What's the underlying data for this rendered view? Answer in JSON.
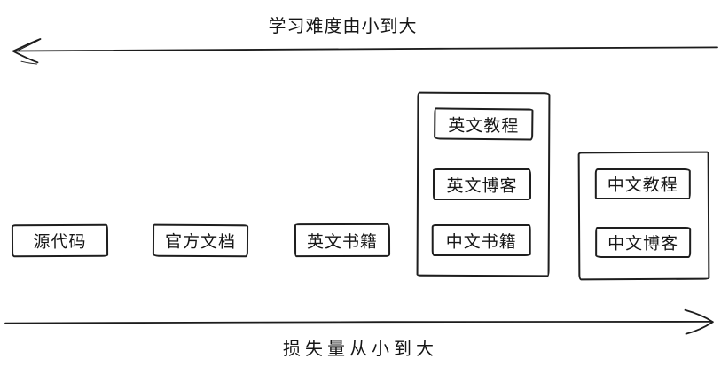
{
  "diagram": {
    "top_axis": {
      "label": "学习难度由小到大",
      "direction": "left"
    },
    "bottom_axis": {
      "label": "损失量从小到大",
      "direction": "right"
    },
    "standalone_items": [
      {
        "label": "源代码"
      },
      {
        "label": "官方文档"
      },
      {
        "label": "英文书籍"
      }
    ],
    "group_middle": {
      "items": [
        {
          "label": "英文教程"
        },
        {
          "label": "英文博客"
        },
        {
          "label": "中文书籍"
        }
      ]
    },
    "group_right": {
      "items": [
        {
          "label": "中文教程"
        },
        {
          "label": "中文博客"
        }
      ]
    },
    "colors": {
      "stroke": "#1e1e1e",
      "text": "#161616",
      "background": "#ffffff"
    }
  }
}
